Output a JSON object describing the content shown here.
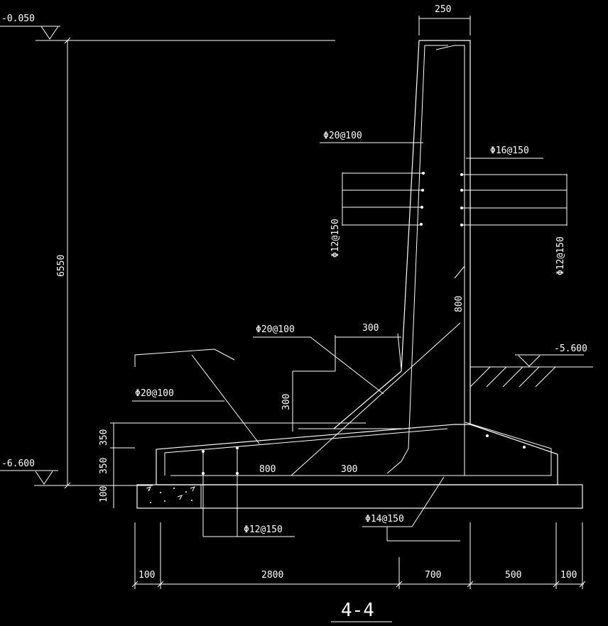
{
  "section_title": "4-4",
  "elevations": {
    "top": "-0.050",
    "ground": "-5.600",
    "bottom": "-6.600"
  },
  "dimensions": {
    "wall_top_width": "250",
    "wall_height": "6550",
    "slab_upper": "350",
    "slab_lower": "350",
    "cushion": "100",
    "haunch_h": "300",
    "haunch_v": "300",
    "haunch_len_left": "800",
    "haunch_len_right": "800",
    "base_300": "300",
    "bottom": [
      "100",
      "2800",
      "700",
      "500",
      "100"
    ]
  },
  "rebar": {
    "wall_inner_main": "Φ20@100",
    "wall_outer_main": "Φ16@150",
    "wall_dist_left": "Φ12@150",
    "wall_dist_right": "Φ12@150",
    "haunch_bar": "Φ20@100",
    "slab_top": "Φ20@100",
    "slab_dist": "Φ12@150",
    "slab_bottom": "Φ14@150"
  },
  "colors": {
    "background": "#000000",
    "line": "#ffffff"
  }
}
